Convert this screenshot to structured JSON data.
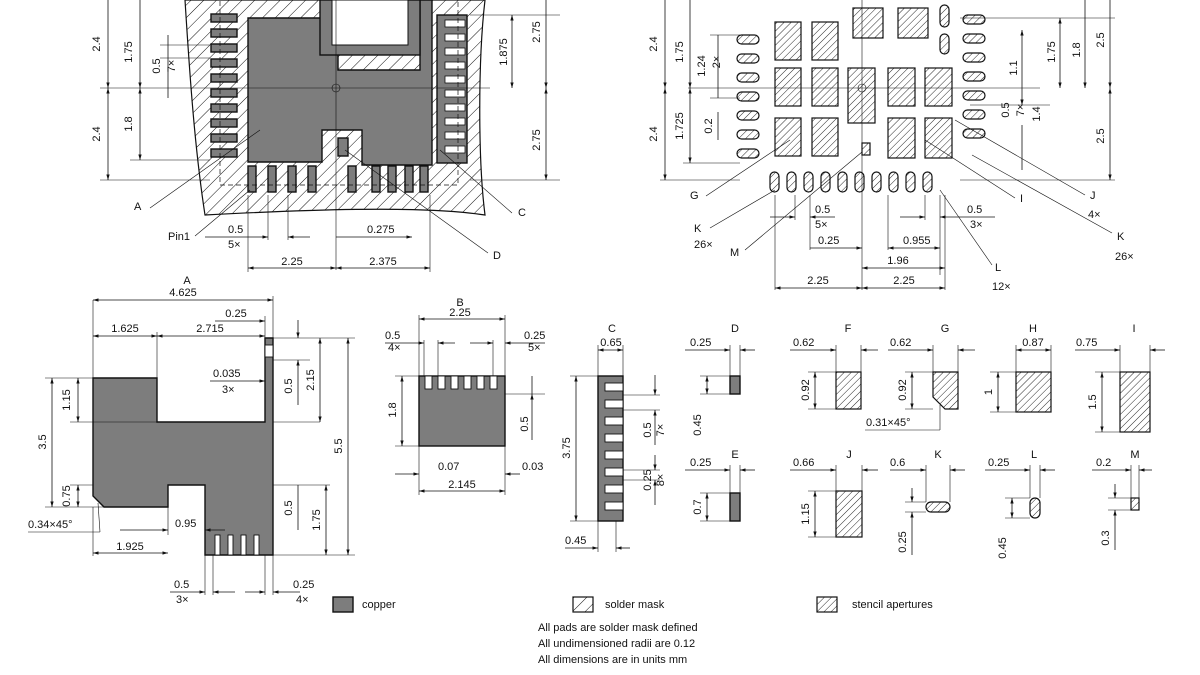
{
  "topleft": {
    "callouts": {
      "a": "A",
      "c": "C",
      "d": "D",
      "pin1": "Pin1"
    },
    "dims": {
      "d24a": "2.4",
      "d24b": "2.4",
      "d175": "1.75",
      "d18": "1.8",
      "d05": "0.5",
      "d7x": "7×",
      "d1875": "1.875",
      "d275a": "2.75",
      "d275b": "2.75",
      "b05": "0.5",
      "b5x": "5×",
      "b0275": "0.275",
      "b225": "2.25",
      "b2375": "2.375"
    }
  },
  "topright": {
    "callouts": {
      "g": "G",
      "k": "K",
      "k26": "26×",
      "m": "M",
      "j": "J",
      "j4": "4×",
      "i": "I",
      "kr": "K",
      "kr26": "26×",
      "l": "L",
      "l12": "12×"
    },
    "dims": {
      "l24a": "2.4",
      "l24b": "2.4",
      "l175": "1.75",
      "l1725": "1.725",
      "l124": "1.24",
      "l2x": "2×",
      "l02": "0.2",
      "r11": "1.1",
      "r175": "1.75",
      "r18": "1.8",
      "r25a": "2.5",
      "r25b": "2.5",
      "r05": "0.5",
      "r7x": "7×",
      "r14": "1.4",
      "b05a": "0.5",
      "b5x": "5×",
      "b05b": "0.5",
      "b3x": "3×",
      "b025": "0.25",
      "b0955": "0.955",
      "b196": "1.96",
      "b225a": "2.25",
      "b225b": "2.25"
    }
  },
  "detailA": {
    "title": "A",
    "w4625": "4.625",
    "w025": "0.25",
    "w1625": "1.625",
    "w2715": "2.715",
    "w0035": "0.035",
    "w3x": "3×",
    "h115": "1.15",
    "h35": "3.5",
    "h075": "0.75",
    "h05a": "0.5",
    "h215": "2.15",
    "h55": "5.5",
    "h05b": "0.5",
    "h175": "1.75",
    "ch": "0.34×45°",
    "w095": "0.95",
    "w1925": "1.925",
    "w05": "0.5",
    "w3xb": "3×",
    "w025b": "0.25",
    "w4x": "4×"
  },
  "detailB": {
    "title": "B",
    "w225": "2.25",
    "w05": "0.5",
    "w4x": "4×",
    "w025": "0.25",
    "w5x": "5×",
    "h18": "1.8",
    "h05": "0.5",
    "w007": "0.07",
    "w003": "0.03",
    "w2145": "2.145"
  },
  "detailC": {
    "title": "C",
    "w065": "0.65",
    "h375": "3.75",
    "h05": "0.5",
    "h7x": "7×",
    "h025": "0.25",
    "h8x": "8×",
    "w045": "0.45"
  },
  "detailD": {
    "title": "D",
    "w025": "0.25",
    "h045": "0.45"
  },
  "detailE": {
    "title": "E",
    "w025": "0.25",
    "h07": "0.7"
  },
  "detailF": {
    "title": "F",
    "w062": "0.62",
    "h092": "0.92"
  },
  "detailG": {
    "title": "G",
    "w062": "0.62",
    "h092": "0.92",
    "ch": "0.31×45°"
  },
  "detailH": {
    "title": "H",
    "w087": "0.87",
    "h1": "1"
  },
  "detailI": {
    "title": "I",
    "w075": "0.75",
    "h15": "1.5"
  },
  "detailJ": {
    "title": "J",
    "w066": "0.66",
    "h115": "1.15"
  },
  "detailK": {
    "title": "K",
    "w06": "0.6",
    "h025": "0.25"
  },
  "detailL": {
    "title": "L",
    "w025": "0.25",
    "h045": "0.45"
  },
  "detailM": {
    "title": "M",
    "w02": "0.2",
    "h03": "0.3"
  },
  "legend": {
    "copper": "copper",
    "mask": "solder mask",
    "stencil": "stencil apertures"
  },
  "notes": [
    "All pads are solder mask defined",
    "All undimensioned radii are 0.12",
    "All dimensions are in units mm"
  ]
}
